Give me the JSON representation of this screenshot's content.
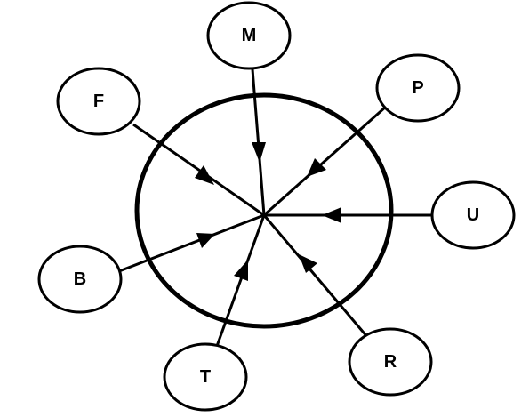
{
  "diagram": {
    "center": {
      "label": ""
    },
    "nodes": [
      {
        "id": "M",
        "label": "M"
      },
      {
        "id": "P",
        "label": "P"
      },
      {
        "id": "F",
        "label": "F"
      },
      {
        "id": "U",
        "label": "U"
      },
      {
        "id": "B",
        "label": "B"
      },
      {
        "id": "R",
        "label": "R"
      },
      {
        "id": "T",
        "label": "T"
      }
    ],
    "edges": [
      {
        "from": "M",
        "to": "center"
      },
      {
        "from": "P",
        "to": "center"
      },
      {
        "from": "F",
        "to": "center"
      },
      {
        "from": "U",
        "to": "center"
      },
      {
        "from": "B",
        "to": "center"
      },
      {
        "from": "R",
        "to": "center"
      },
      {
        "from": "T",
        "to": "center"
      }
    ]
  },
  "style": {
    "stroke_color": "#000000",
    "background_color": "#ffffff"
  }
}
